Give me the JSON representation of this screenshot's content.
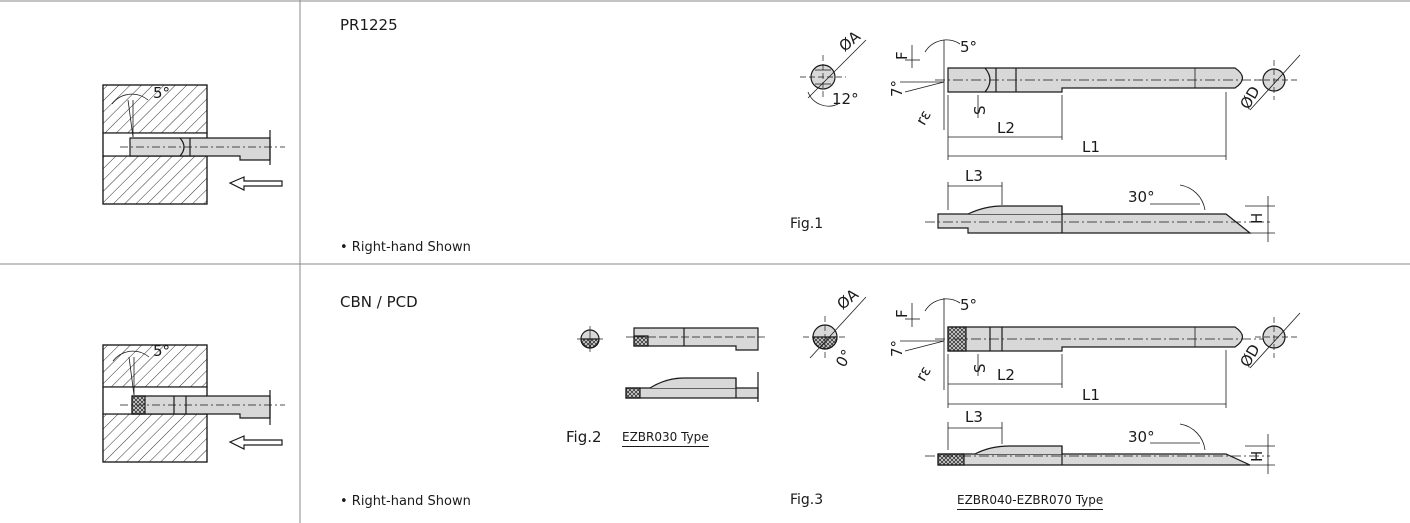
{
  "rows": [
    {
      "grade": "PR1225",
      "note": "• Right-hand Shown",
      "fig_label": "Fig.1",
      "type_label": "",
      "angle_top": "5°",
      "dim_labels": [
        "ØA",
        "F",
        "5°",
        "12°",
        "7°",
        "rε",
        "S",
        "L2",
        "L1",
        "ØD",
        "L3",
        "30°",
        "H"
      ]
    },
    {
      "grade": "CBN / PCD",
      "note": "• Right-hand Shown",
      "fig2_label": "Fig.2",
      "fig2_type": "EZBR030 Type",
      "fig_label": "Fig.3",
      "type_label": "EZBR040-EZBR070 Type",
      "angle_top": "5°",
      "dim_labels": [
        "ØA",
        "F",
        "5°",
        "0°",
        "7°",
        "rε",
        "S",
        "L2",
        "L1",
        "ØD",
        "L3",
        "30°",
        "H"
      ]
    }
  ]
}
